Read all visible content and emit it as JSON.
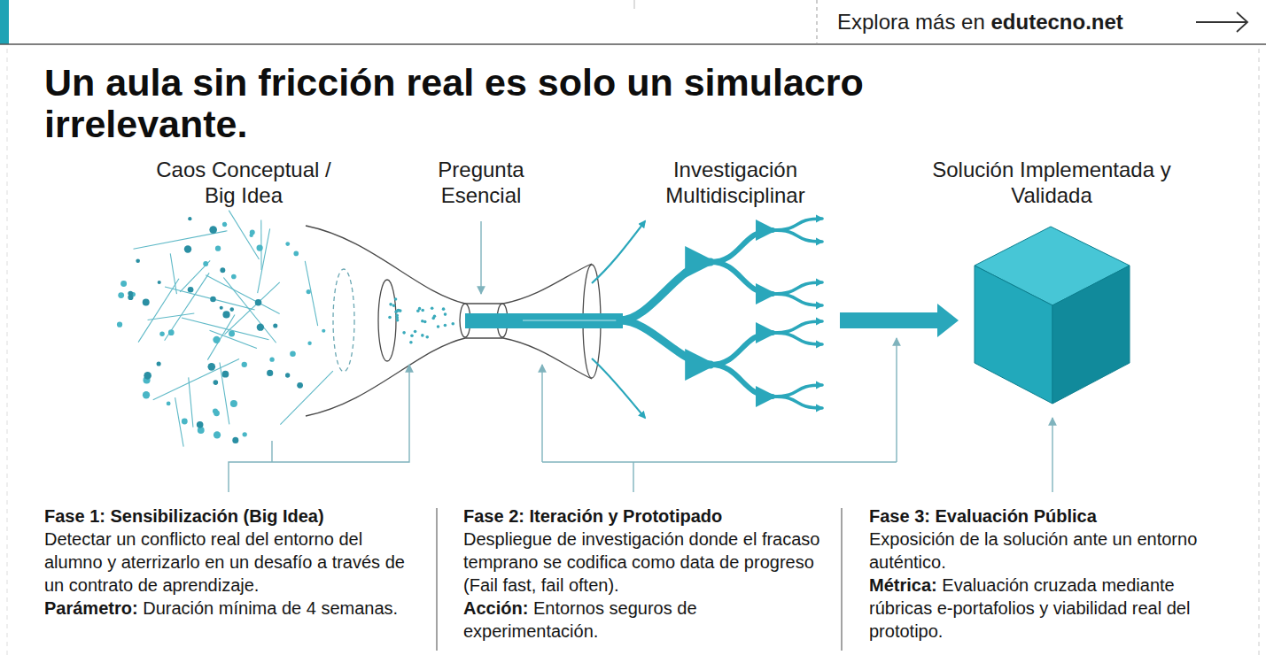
{
  "diagram": {
    "title": "Un aula sin fricción real es solo un simulacro irrelevante.",
    "labels": [
      "Explora más en",
      "edutecno.net",
      "Caos Conceptual / Big Idea",
      "Pregunta Esencial",
      "Investigación Multidisciplinar",
      "Solución Implementada y Validada",
      "Fase 1: Sensibilización (Big Idea)",
      "Detectar un conflicto real del entorno del alumno y aterrizarlo en un desafío a través de un contrato de aprendizaje.",
      "Parámetro:",
      "Duración mínima de 4 semanas.",
      "Fase 2: Iteración y Prototipado",
      "Despliegue de investigación donde el fracaso temprano se codifica como data de progreso (Fail fast, fail often).",
      "Acción:",
      "Entornos seguros de experimentación.",
      "Fase 3: Evaluación Pública",
      "Exposición de la solución ante un entorno auténtico.",
      "Métrica:",
      "Evaluación cruzada mediante rúbricas e-portafolios y viabilidad real del prototipo."
    ]
  }
}
